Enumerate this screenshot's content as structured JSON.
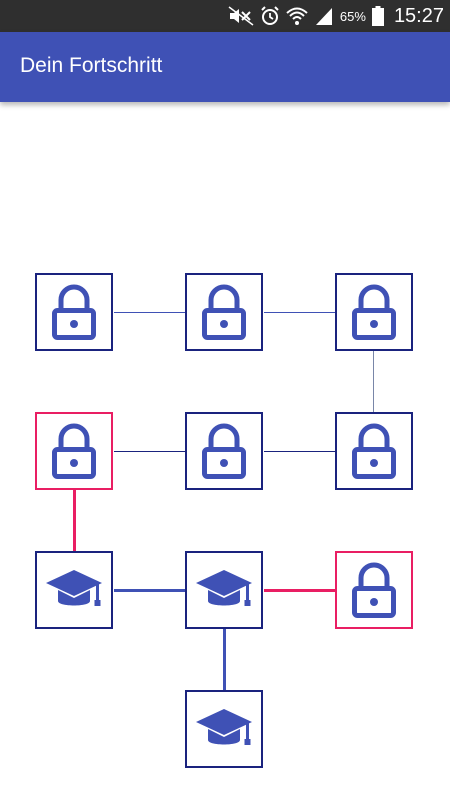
{
  "status_bar": {
    "battery": "65%",
    "time": "15:27",
    "icons": [
      "mute-icon",
      "alarm-icon",
      "wifi-icon",
      "signal-icon",
      "battery-icon"
    ]
  },
  "app_bar": {
    "title": "Dein Fortschritt"
  },
  "colors": {
    "primary": "#3f51b5",
    "node_border": "#1a237e",
    "highlight": "#e91e63",
    "status_bar": "#2f2f2f"
  },
  "progress_tree": {
    "nodes": [
      {
        "id": "r1c1",
        "state": "locked",
        "icon": "lock-icon",
        "highlighted": false
      },
      {
        "id": "r1c2",
        "state": "locked",
        "icon": "lock-icon",
        "highlighted": false
      },
      {
        "id": "r1c3",
        "state": "locked",
        "icon": "lock-icon",
        "highlighted": false
      },
      {
        "id": "r2c1",
        "state": "locked",
        "icon": "lock-icon",
        "highlighted": true
      },
      {
        "id": "r2c2",
        "state": "locked",
        "icon": "lock-icon",
        "highlighted": false
      },
      {
        "id": "r2c3",
        "state": "locked",
        "icon": "lock-icon",
        "highlighted": false
      },
      {
        "id": "r3c1",
        "state": "completed",
        "icon": "graduation-cap-icon",
        "highlighted": false
      },
      {
        "id": "r3c2",
        "state": "completed",
        "icon": "graduation-cap-icon",
        "highlighted": false
      },
      {
        "id": "r3c3",
        "state": "locked",
        "icon": "lock-icon",
        "highlighted": true
      },
      {
        "id": "r4c2",
        "state": "completed",
        "icon": "graduation-cap-icon",
        "highlighted": false
      }
    ]
  }
}
